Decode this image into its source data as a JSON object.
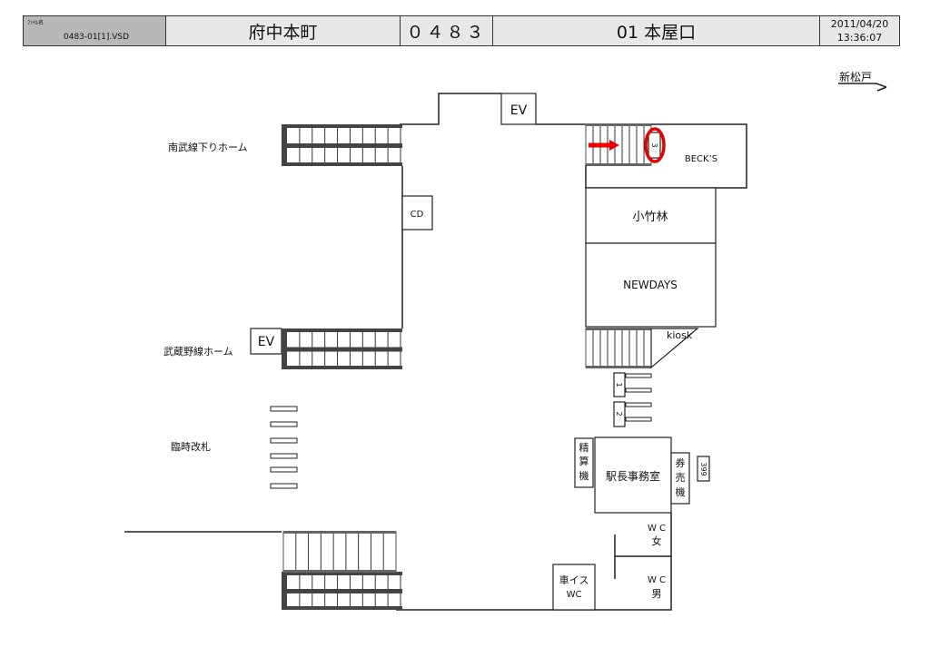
{
  "header": {
    "file_label": "ﾌｧｲﾙ名",
    "file_name": "0483-01[1].VSD",
    "station": "府中本町",
    "code": "０４８３",
    "exit": "01 本屋口",
    "date": "2011/04/20",
    "time": "13:36:07"
  },
  "direction": "新松戸",
  "platforms": {
    "nambu_down": "南武線下りホーム",
    "musashino": "武蔵野線ホーム",
    "temp_gate": "臨時改札"
  },
  "facilities": {
    "ev_top": "EV",
    "ev_left": "EV",
    "cd": "CD",
    "becks": "BECK’S",
    "kotakebayashi": "小竹林",
    "newdays": "NEWDAYS",
    "kiosk": "kiosk",
    "gate1": "1",
    "gate2": "2",
    "gate3": "3",
    "fare_adjust": [
      "精",
      "算",
      "機"
    ],
    "station_office": "駅長事務室",
    "ticket_machine": [
      "券",
      "売",
      "機"
    ],
    "machine_399": "399",
    "wc_women": [
      "W C",
      "女"
    ],
    "wc_men": [
      "W C",
      "男"
    ],
    "wc_wheelchair": [
      "車イス",
      "WC"
    ]
  },
  "colors": {
    "highlight": "#e60000",
    "title_bg": "#e8e8e8",
    "file_bg": "#b8b8b8"
  }
}
